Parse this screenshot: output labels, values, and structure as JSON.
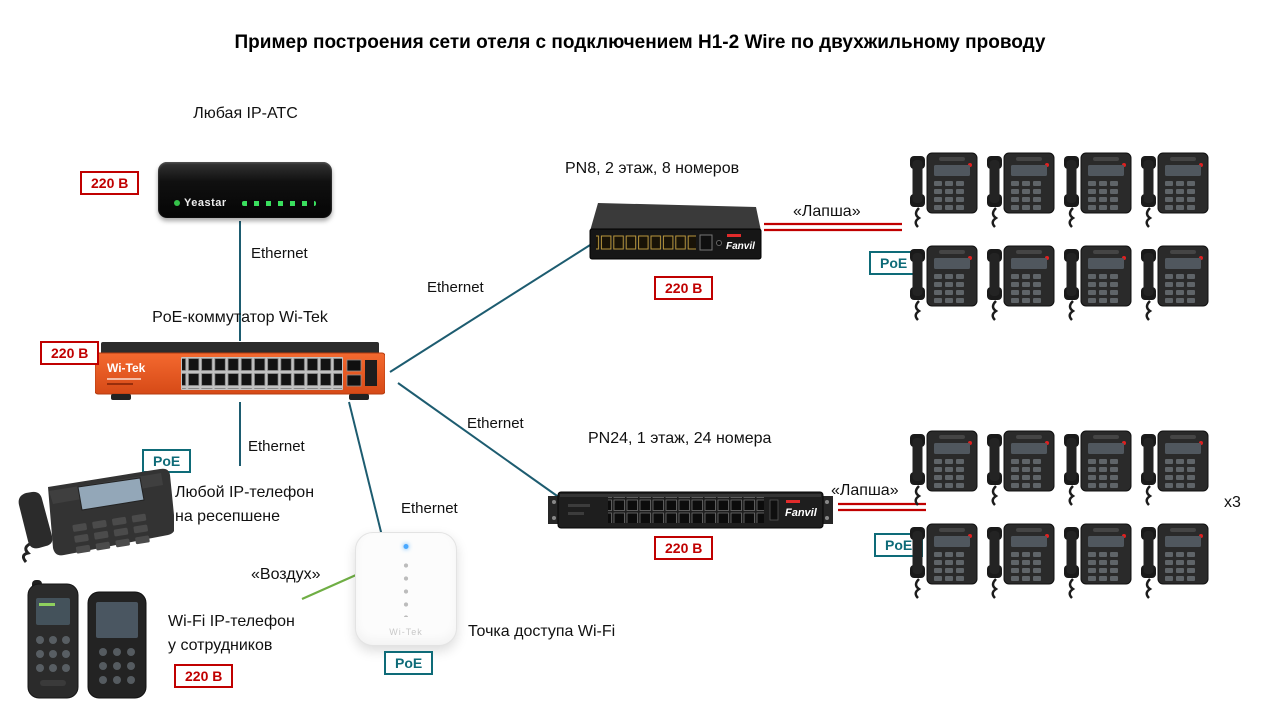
{
  "title": "Пример построения сети отеля с подключением H1-2 Wire по двухжильному проводу",
  "labels": {
    "pbx": "Любая IP-АТС",
    "poe_switch": "PoE-коммутатор Wi-Tek",
    "pn8": "PN8, 2 этаж, 8 номеров",
    "pn24": "PN24, 1 этаж, 24 номера",
    "ethernet": "Ethernet",
    "lapsha": "«Лапша»",
    "vozduh": "«Воздух»",
    "reception1": "Любой IP-телефон",
    "reception2": "на ресепшене",
    "wifi1": "Wi-Fi IP-телефон",
    "wifi2": "у сотрудников",
    "ap": "Точка доступа Wi-Fi",
    "multiplier": "x3"
  },
  "badges": {
    "power": "220 В",
    "poe": "PoE"
  },
  "devices": {
    "pbx_brand": "Yeastar",
    "switch_brand": "Wi-Tek",
    "pn_brand": "Fanvil",
    "ap_brand": "Wi-Tek"
  },
  "phone_grids": [
    {
      "count": 8
    },
    {
      "count": 8
    }
  ],
  "colors": {
    "ethernet_line": "#1d5c70",
    "power_line": "#c00000",
    "air_line": "#6fae44",
    "badge_power": "#c00000",
    "badge_poe": "#0e6b78",
    "switch_orange": "#f0571f"
  }
}
